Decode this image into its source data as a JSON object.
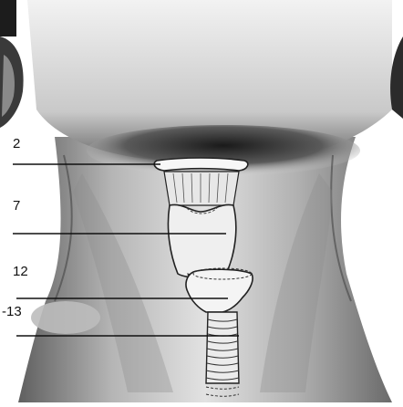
{
  "figure": {
    "labels": [
      {
        "id": "label-2",
        "text": "2"
      },
      {
        "id": "label-7",
        "text": "7"
      },
      {
        "id": "label-12",
        "text": "12"
      },
      {
        "id": "label-13",
        "text": "-13"
      }
    ]
  },
  "colors": {
    "ink": "#111111",
    "skin_light": "#e9e9e9",
    "skin_mid": "#bdbdbd",
    "skin_dark": "#7a7a7a",
    "shadow": "#2a2a2a",
    "paper": "#ffffff"
  }
}
